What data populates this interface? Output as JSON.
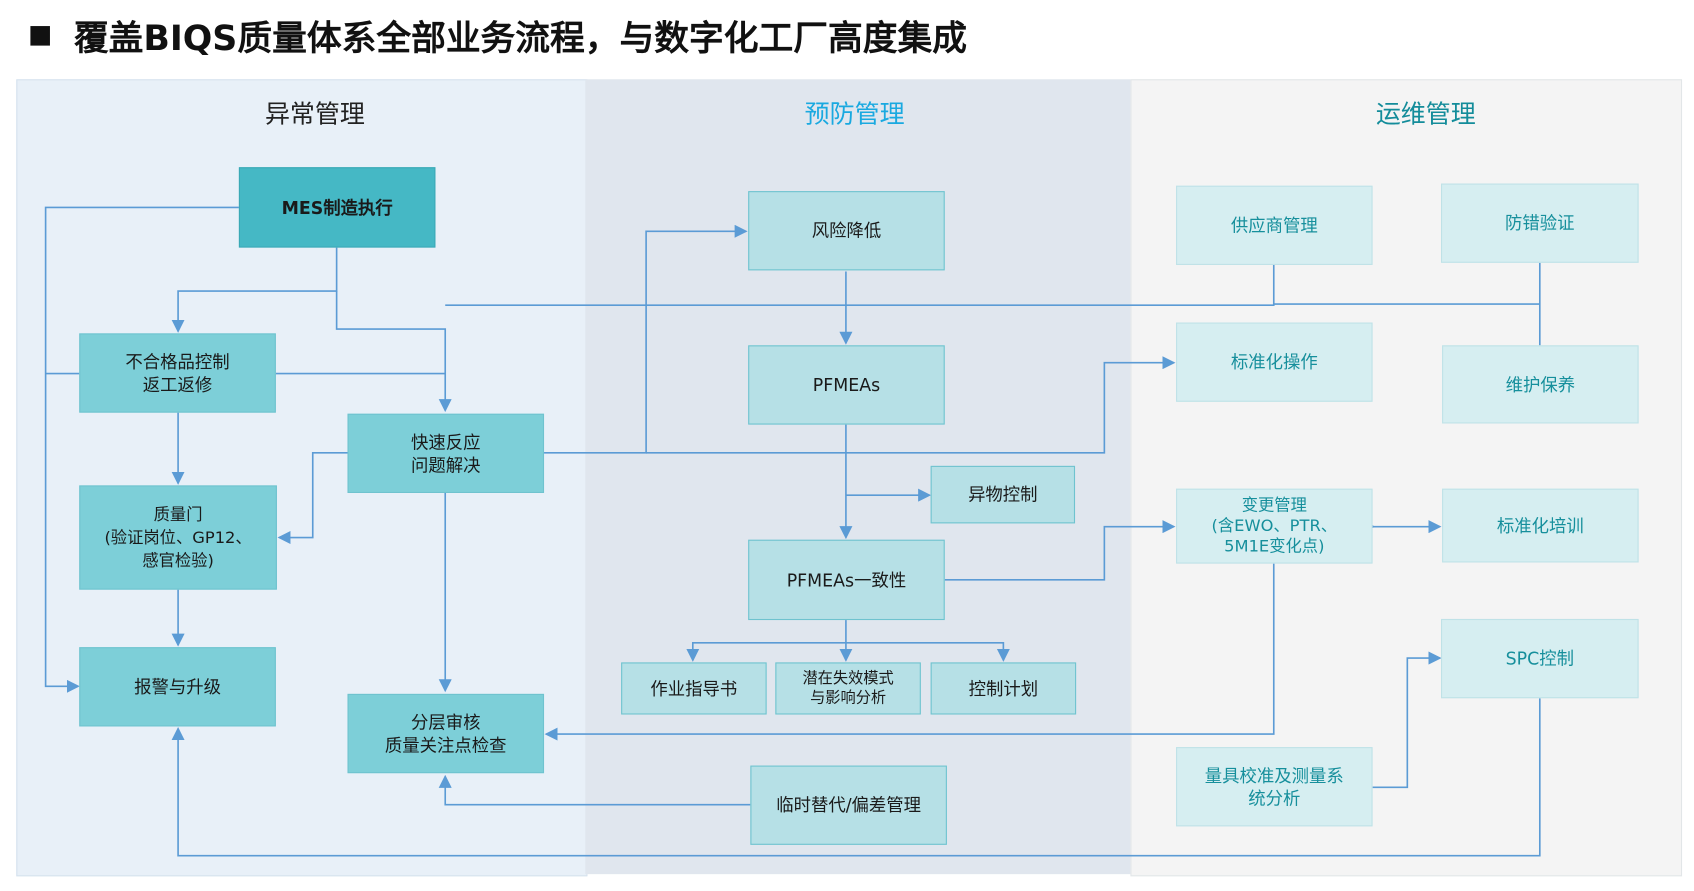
{
  "title": "覆盖BIQS质量体系全部业务流程，与数字化工厂高度集成",
  "sections": {
    "anomaly": "异常管理",
    "prevention": "预防管理",
    "operations": "运维管理"
  },
  "colors": {
    "title_prevention": "#1aa9e0",
    "title_operations": "#138c9a",
    "connector": "#5b9bd5"
  },
  "anomaly_boxes": {
    "mes": "MES制造执行",
    "nonconform": "不合格品控制\n返工返修",
    "quick": "快速反应\n问题解决",
    "gate": "质量门\n(验证岗位、GP12、\n感官检验)",
    "alarm": "报警与升级",
    "audit": "分层审核\n质量关注点检查"
  },
  "prevention_boxes": {
    "risk": "风险降低",
    "pfmea": "PFMEAs",
    "foreign": "异物控制",
    "consistency": "PFMEAs一致性",
    "instruction": "作业指导书",
    "failure": "潜在失效模式\n与影响分析",
    "control": "控制计划",
    "deviation": "临时替代/偏差管理"
  },
  "operations_boxes": {
    "supplier": "供应商管理",
    "errorproof": "防错验证",
    "standard": "标准化操作",
    "maintenance": "维护保养",
    "change": "变更管理\n(含EWO、PTR、\n5M1E变化点)",
    "training": "标准化培训",
    "spc": "SPC控制",
    "msa": "量具校准及测量系\n统分析"
  }
}
